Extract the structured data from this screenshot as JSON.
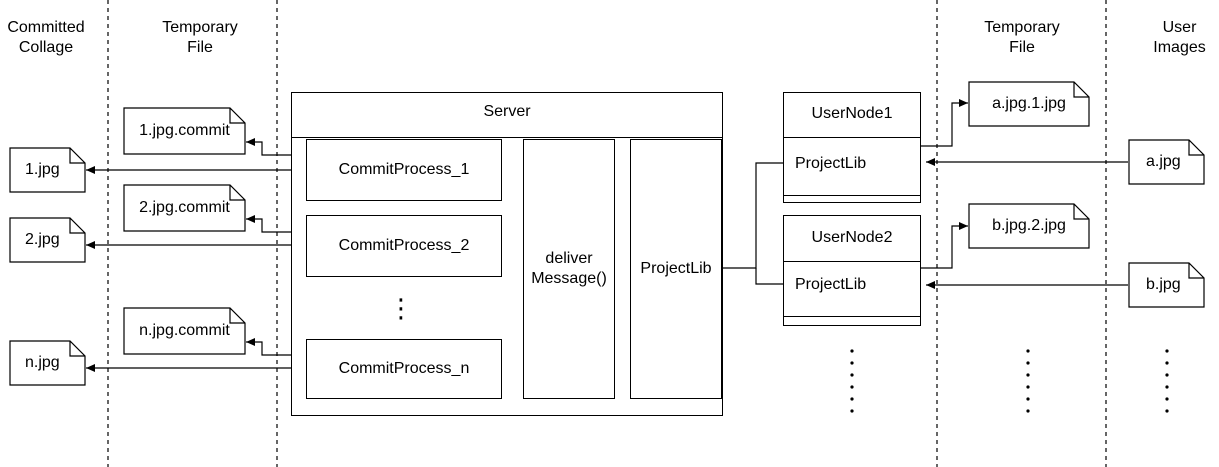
{
  "columns": {
    "committed_collage": "Committed\nCollage",
    "temporary_file_left": "Temporary\nFile",
    "temporary_file_right": "Temporary\nFile",
    "user_images": "User\nImages"
  },
  "server": {
    "title": "Server",
    "commit_processes": [
      "CommitProcess_1",
      "CommitProcess_2",
      "CommitProcess_n"
    ],
    "deliver_message": "deliver\nMessage()",
    "project_lib": "ProjectLib",
    "ellipsis": "⋮"
  },
  "left_files": {
    "temp": [
      "1.jpg.commit",
      "2.jpg.commit",
      "n.jpg.commit"
    ],
    "committed": [
      "1.jpg",
      "2.jpg",
      "n.jpg"
    ]
  },
  "user_nodes": [
    {
      "title": "UserNode1",
      "lib": "ProjectLib",
      "temp_file": "a.jpg.1.jpg",
      "image": "a.jpg"
    },
    {
      "title": "UserNode2",
      "lib": "ProjectLib",
      "temp_file": "b.jpg.2.jpg",
      "image": "b.jpg"
    }
  ]
}
